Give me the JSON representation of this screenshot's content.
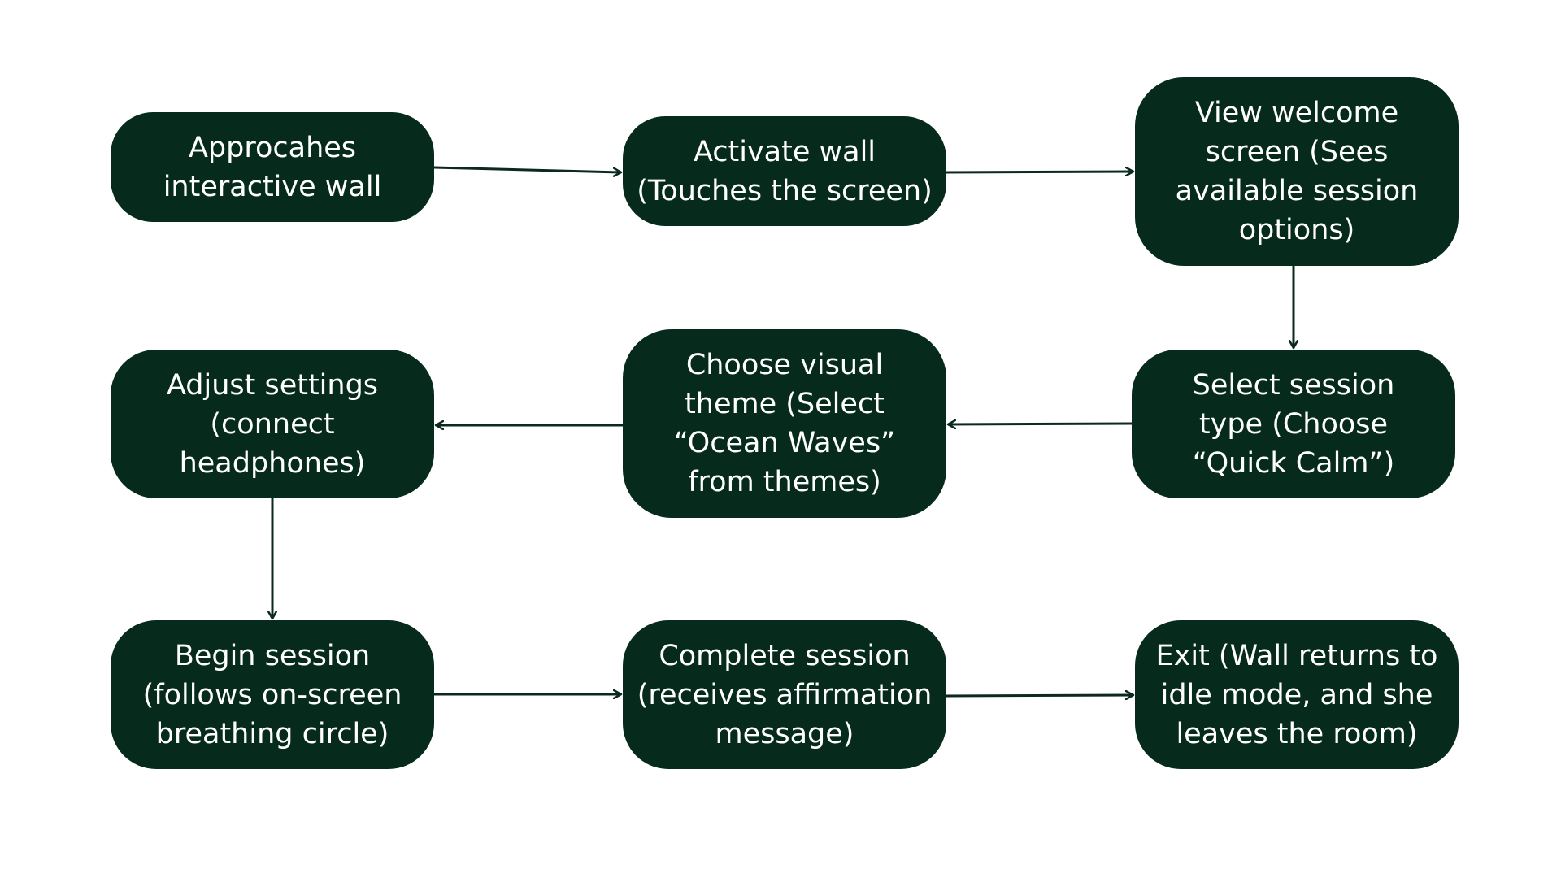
{
  "colors": {
    "node_fill": "#062a1c",
    "node_text": "#ffffff",
    "arrow": "#0b2a1d",
    "background": "#ffffff"
  },
  "flow": {
    "nodes": [
      {
        "label": "Approcahes\ninteractive wall"
      },
      {
        "label": "Activate wall\n(Touches the screen)"
      },
      {
        "label": "View welcome\nscreen (Sees\navailable session\noptions)"
      },
      {
        "label": "Select session\ntype (Choose\n“Quick Calm”)"
      },
      {
        "label": "Choose visual\ntheme (Select\n“Ocean Waves”\nfrom themes)"
      },
      {
        "label": "Adjust settings\n(connect\nheadphones)"
      },
      {
        "label": "Begin session\n(follows on-screen\nbreathing circle)"
      },
      {
        "label": "Complete session\n(receives affirmation\nmessage)"
      },
      {
        "label": "Exit (Wall returns to\nidle mode, and she\nleaves the room)"
      }
    ]
  }
}
